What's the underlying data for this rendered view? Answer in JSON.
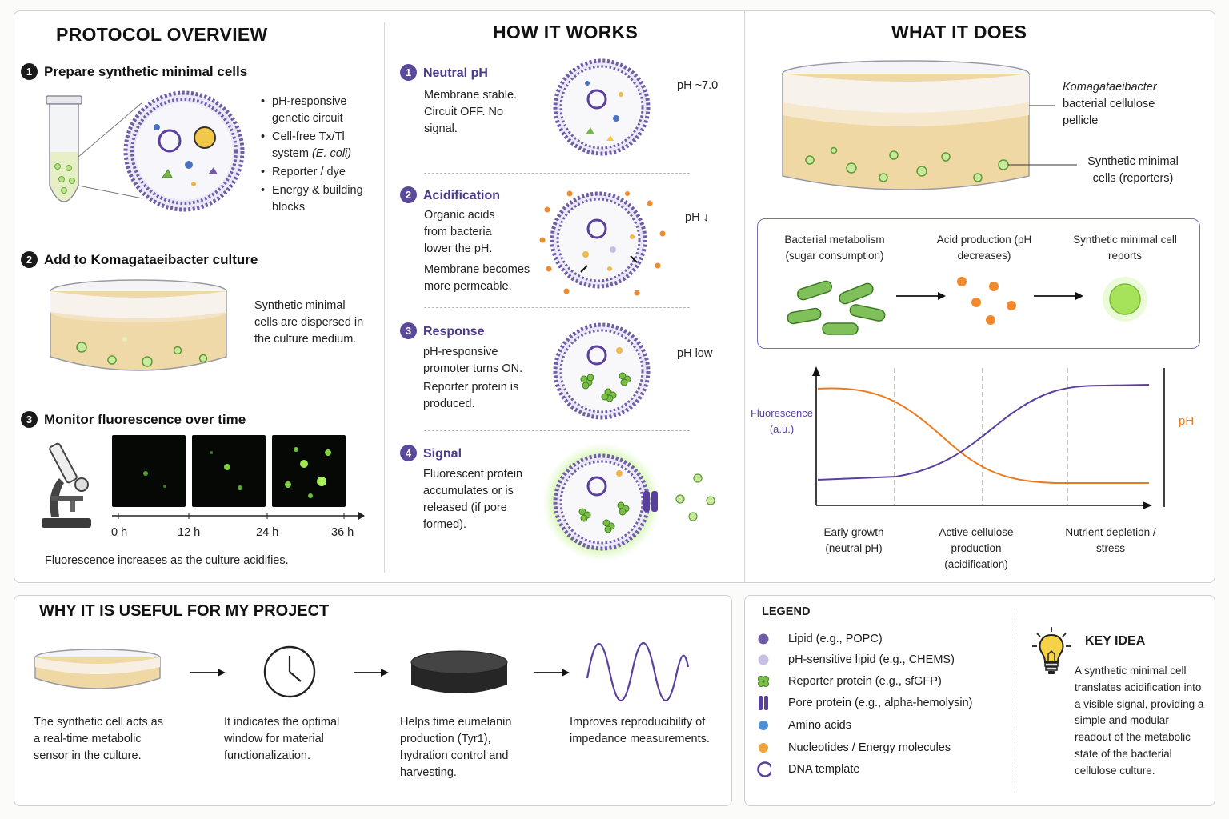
{
  "protocol": {
    "title": "PROTOCOL OVERVIEW",
    "step1": {
      "num": "1",
      "title": "Prepare synthetic minimal cells",
      "bullets": [
        "pH-responsive genetic circuit",
        "Cell-free Tx/Tl system",
        "(E. coli)",
        "Reporter / dye",
        "Energy & building blocks"
      ]
    },
    "step2": {
      "num": "2",
      "title": "Add to Komagataeibacter culture",
      "text": "Synthetic minimal cells are dispersed in the culture medium."
    },
    "step3": {
      "num": "3",
      "title": "Monitor fluorescence over time",
      "times": [
        "0 h",
        "12 h",
        "24 h",
        "36 h"
      ],
      "caption": "Fluorescence increases as the culture acidifies."
    }
  },
  "how": {
    "title": "HOW IT WORKS",
    "steps": [
      {
        "num": "1",
        "title": "Neutral pH",
        "text1": "Membrane stable. Circuit OFF. No signal.",
        "text2": "",
        "ph": "pH ~7.0"
      },
      {
        "num": "2",
        "title": "Acidification",
        "text1": "Organic acids from bacteria lower the pH.",
        "text2": "Membrane becomes more permeable.",
        "ph": "pH ↓"
      },
      {
        "num": "3",
        "title": "Response",
        "text1": "pH-responsive promoter turns ON.",
        "text2": "Reporter protein is produced.",
        "ph": "pH low"
      },
      {
        "num": "4",
        "title": "Signal",
        "text1": "Fluorescent protein accumulates or is released (if pore formed).",
        "text2": "",
        "ph": ""
      }
    ]
  },
  "what": {
    "title": "WHAT IT DOES",
    "label_pellicle_species": "Komagataeibacter",
    "label_pellicle_rest": "bacterial cellulose pellicle",
    "label_cells": "Synthetic minimal cells (reporters)",
    "flow": [
      "Bacterial metabolism (sugar consumption)",
      "Acid production (pH decreases)",
      "Synthetic minimal cell reports"
    ],
    "chart": {
      "ylabel_left": "Fluorescence (a.u.)",
      "ylabel_right": "pH",
      "phases": [
        "Early growth (neutral pH)",
        "Active cellulose production (acidification)",
        "Nutrient depletion / stress"
      ],
      "fluorescence_color": "#5b3f9e",
      "ph_color": "#ec7a1c"
    }
  },
  "useful": {
    "title": "WHY IT IS USEFUL FOR MY PROJECT",
    "items": [
      "The synthetic cell acts as a real-time metabolic sensor in the culture.",
      "It indicates the optimal window for material functionalization.",
      "Helps time eumelanin production (Tyr1), hydration control and harvesting.",
      "Improves reproducibility of impedance measurements."
    ]
  },
  "legend": {
    "title": "LEGEND",
    "items": [
      {
        "label": "Lipid (e.g., POPC)",
        "icon": "lipid-icon"
      },
      {
        "label": "pH-sensitive lipid (e.g., CHEMS)",
        "icon": "ph-lipid-icon"
      },
      {
        "label": "Reporter protein (e.g., sfGFP)",
        "icon": "reporter-protein-icon"
      },
      {
        "label": "Pore protein (e.g., alpha-hemolysin)",
        "icon": "pore-protein-icon"
      },
      {
        "label": "Amino acids",
        "icon": "amino-acid-icon"
      },
      {
        "label": "Nucleotides / Energy molecules",
        "icon": "nucleotide-icon"
      },
      {
        "label": "DNA template",
        "icon": "dna-template-icon"
      }
    ]
  },
  "key_idea": {
    "title": "KEY IDEA",
    "text": "A synthetic minimal cell translates acidification into a visible signal, providing a simple and modular readout of the metabolic state of the bacterial cellulose culture."
  }
}
